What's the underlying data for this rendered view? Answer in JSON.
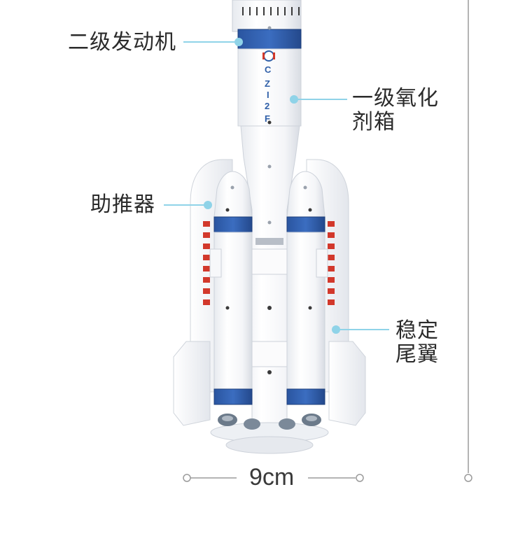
{
  "labels": {
    "second_stage_engine": "二级发动机",
    "first_stage_oxidizer_line1": "一级氧化",
    "first_stage_oxidizer_line2": "剂箱",
    "booster": "助推器",
    "stabilizer_fin_line1": "稳定",
    "stabilizer_fin_line2": "尾翼"
  },
  "rocket_markings": {
    "c": "C",
    "z": "Z",
    "sep": "I",
    "two": "2",
    "f": "F"
  },
  "dimension": {
    "width_text": "9cm"
  },
  "colors": {
    "leader_line": "#8fd3e8",
    "label_text": "#2b2b2b",
    "rocket_blue": "#2f5fa8",
    "rocket_red": "#d2382b",
    "rocket_body": "#f6f7f9",
    "rocket_shadow": "#d9dde3"
  }
}
